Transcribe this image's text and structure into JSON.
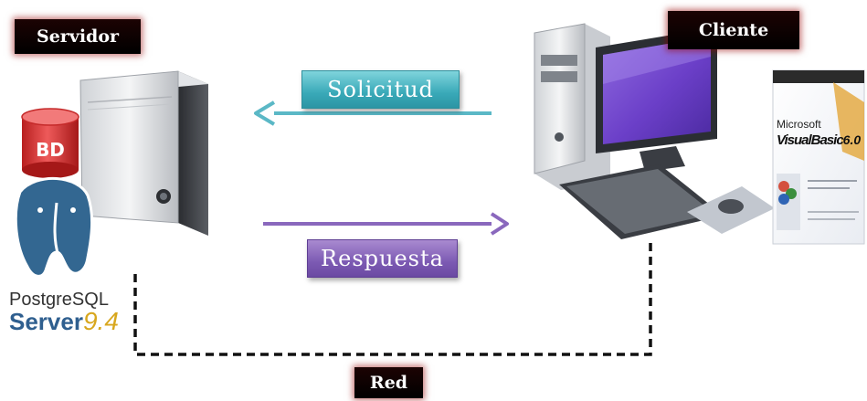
{
  "labels": {
    "server": "Servidor",
    "client": "Cliente",
    "request": "Solicitud",
    "response": "Respuesta",
    "network": "Red"
  },
  "database_badge": "BD",
  "postgres_logo": {
    "line1": "PostgreSQL",
    "line2": "Server",
    "version": "9.4"
  },
  "vb_box": {
    "brand": "Microsoft",
    "product": "VisualBasic",
    "version": "6.0"
  },
  "colors": {
    "request_arrow": "#5bb8c6",
    "response_arrow": "#8a68bd",
    "network_line": "#111111",
    "db_cylinder": "#d83a3a",
    "postgres_blue": "#2f5f8f"
  },
  "icons": [
    "server-tower-icon",
    "database-icon",
    "postgresql-elephant-icon",
    "desktop-computer-icon",
    "visual-basic-box-icon"
  ]
}
